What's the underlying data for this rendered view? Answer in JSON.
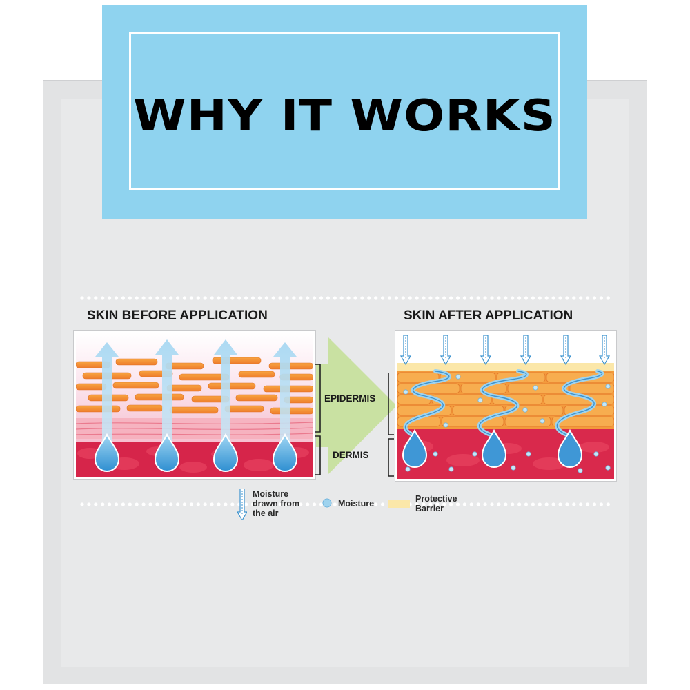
{
  "title": "WHY IT WORKS",
  "before_heading": "SKIN BEFORE APPLICATION",
  "after_heading": "SKIN AFTER APPLICATION",
  "layers": {
    "epidermis": "EPIDERMIS",
    "dermis": "DERMIS"
  },
  "legend": {
    "air_line1": "Moisture",
    "air_line2": "drawn from",
    "air_line3": "the air",
    "moisture": "Moisture",
    "barrier_line1": "Protective",
    "barrier_line2": "Barrier"
  },
  "colors": {
    "banner": "#8fd3ef",
    "arrow": "#c9e1a2",
    "moisture": "#4aa3dd",
    "barrier": "#fbe7a9",
    "dermis": "#d6254a",
    "epidermis": "#f39a3c"
  }
}
